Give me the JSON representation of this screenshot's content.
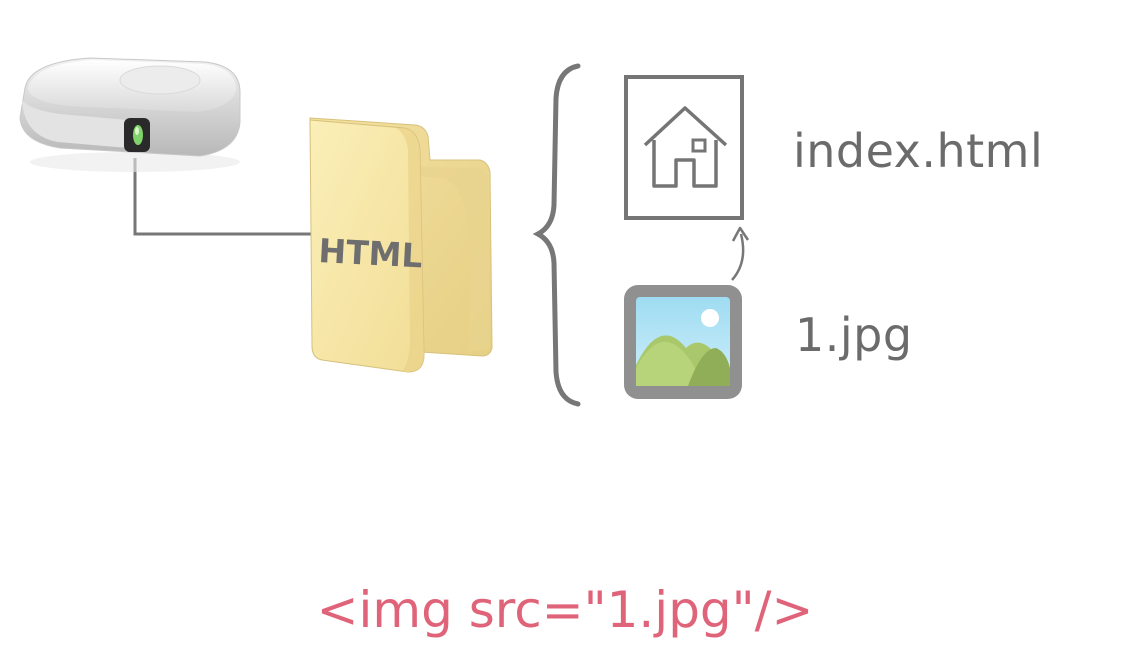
{
  "folder": {
    "label": "HTML",
    "icon": "folder-icon",
    "color": "#f6e7a6"
  },
  "drive": {
    "icon": "hard-drive-icon",
    "light_color": "#7fd36a"
  },
  "files": [
    {
      "name": "index.html",
      "icon": "house-document-icon"
    },
    {
      "name": "1.jpg",
      "icon": "image-icon"
    }
  ],
  "code": {
    "snippet": "<img src=\"1.jpg\"/>",
    "color": "#e06479"
  },
  "colors": {
    "text": "#6b6b6b",
    "lines": "#777777"
  }
}
